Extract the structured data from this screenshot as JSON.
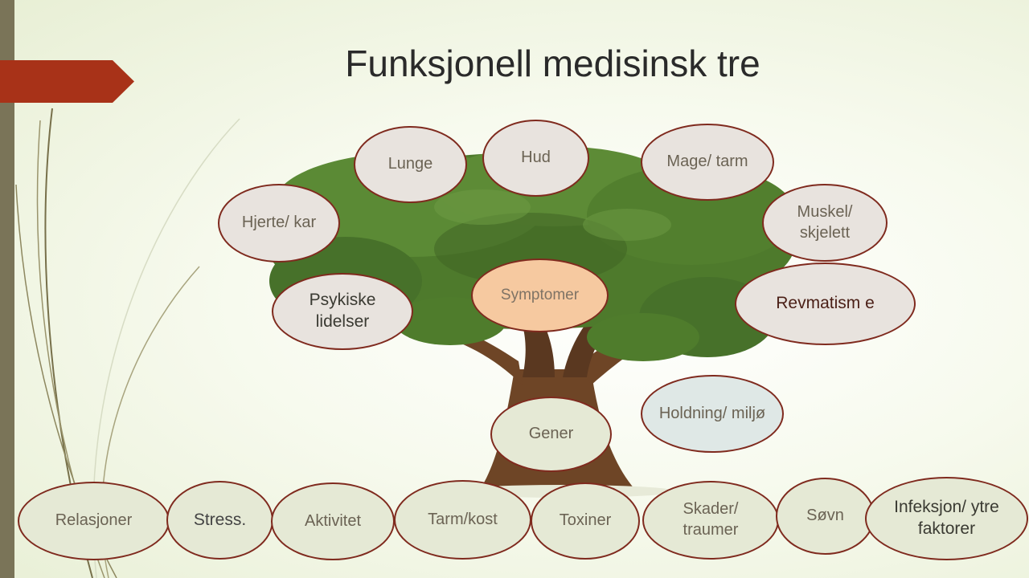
{
  "title": "Funksjonell medisinsk tre",
  "colors": {
    "accent_arrow": "#a83218",
    "left_bar": "#7a7458",
    "node_border": "#7f2a1e",
    "organ_fill": "#e8e3de",
    "root_fill": "#e5e9d5",
    "center_fill": "#f6c9a0",
    "env_fill": "#dfe8e6",
    "foliage": "#4e7a2c",
    "trunk": "#6e4526"
  },
  "organs": {
    "lunge": "Lunge",
    "hud": "Hud",
    "mage_tarm": "Mage/ tarm",
    "hjerte_kar": "Hjerte/ kar",
    "muskel_skjelett": "Muskel/ skjelett",
    "psykiske_lidelser": "Psykiske lidelser",
    "revmatisme": "Revmatism e"
  },
  "center": "Symptomer",
  "gener": "Gener",
  "holdning": "Holdning/ miljø",
  "roots": [
    "Relasjoner",
    "Stress.",
    "Aktivitet",
    "Tarm/kost",
    "Toxiner",
    "Skader/ traumer",
    "Søvn",
    "Infeksjon/ ytre faktorer"
  ]
}
